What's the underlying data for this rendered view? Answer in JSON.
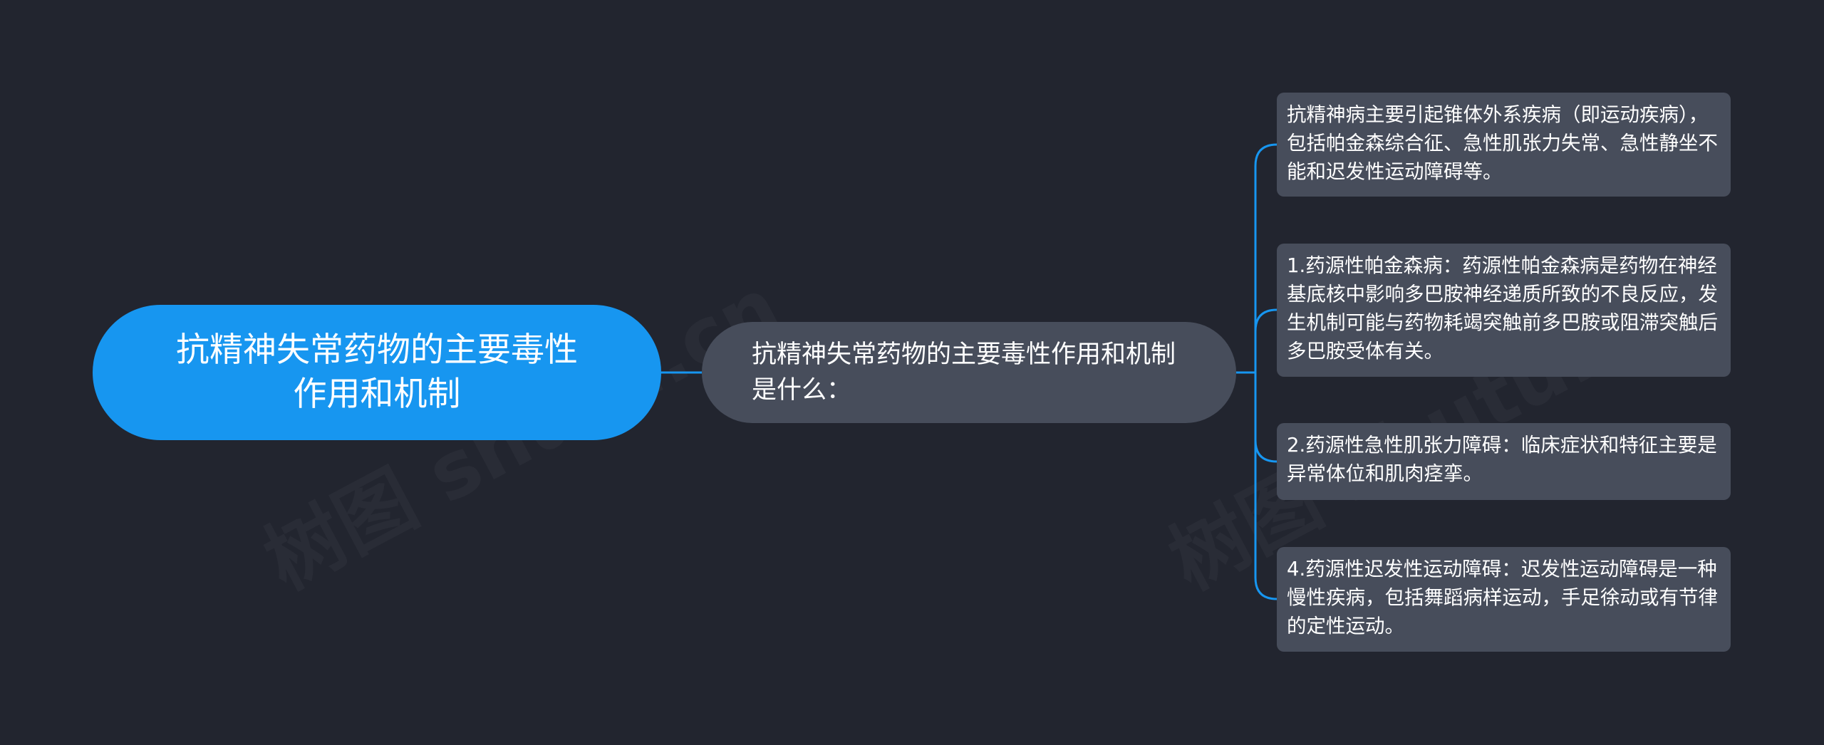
{
  "diagram": {
    "root": "抗精神失常药物的主要毒性作用和机制",
    "question": "抗精神失常药物的主要毒性作用和机制是什么：",
    "answers": [
      "抗精神病主要引起锥体外系疾病（即运动疾病），包括帕金森综合征、急性肌张力失常、急性静坐不能和迟发性运动障碍等。",
      "1.药源性帕金森病：药源性帕金森病是药物在神经基底核中影响多巴胺神经递质所致的不良反应，发生机制可能与药物耗竭突触前多巴胺或阻滞突触后多巴胺受体有关。",
      "2.药源性急性肌张力障碍：临床症状和特征主要是异常体位和肌肉痉挛。",
      "4.药源性迟发性运动障碍：迟发性运动障碍是一种慢性疾病，包括舞蹈病样运动，手足徐动或有节律的定性运动。"
    ]
  },
  "colors": {
    "background": "#22252f",
    "root_fill": "#1796f0",
    "node_fill": "#474d5b",
    "connector": "#1796f0",
    "text": "#ffffff"
  }
}
